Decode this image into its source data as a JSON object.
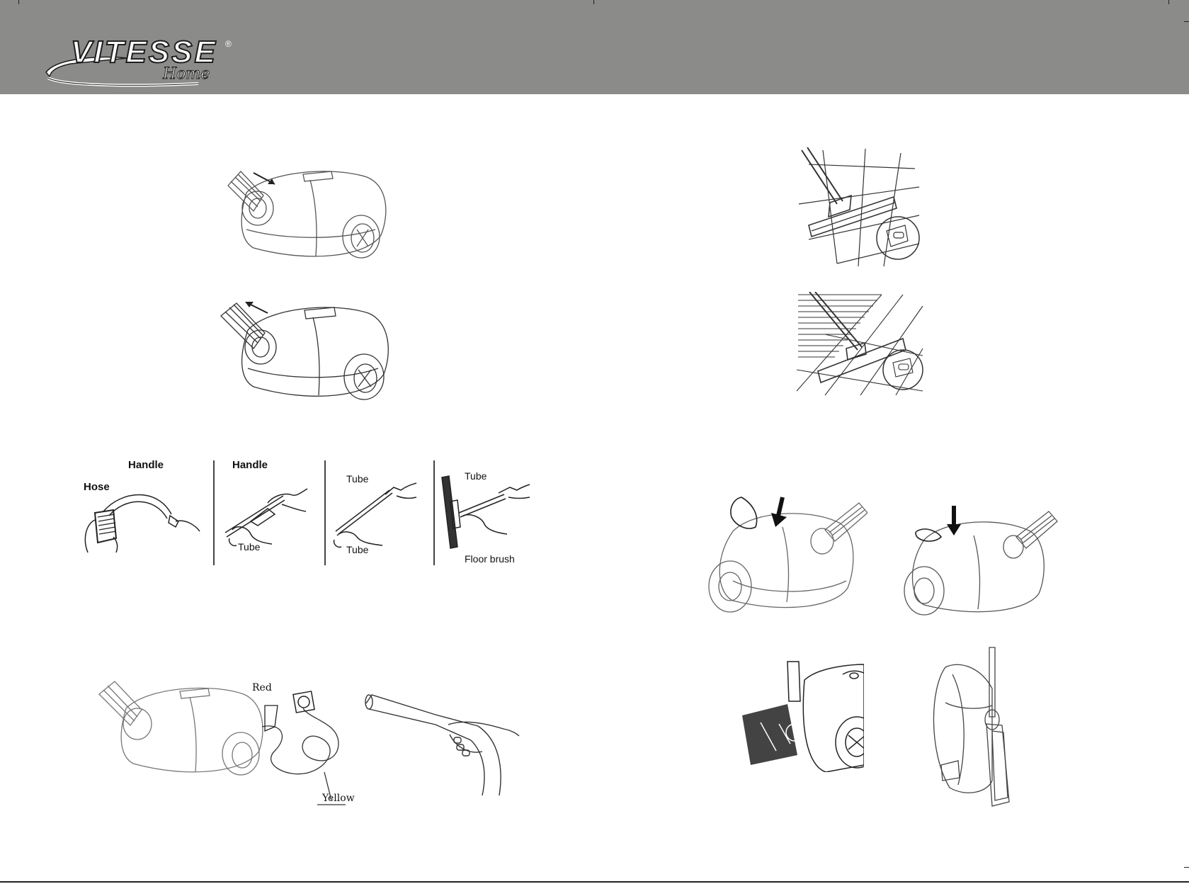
{
  "brand": {
    "name": "VITESSE",
    "registered": "®",
    "sub": "Home"
  },
  "assembly": {
    "labels": {
      "hose": "Hose",
      "handle_1": "Handle",
      "handle_2": "Handle",
      "tube_1": "Tube",
      "tube_2a": "Tube",
      "tube_2b": "Tube",
      "tube_3": "Tube",
      "floor_brush": "Floor brush"
    }
  },
  "cord": {
    "red": "Red",
    "yellow": "Yellow"
  },
  "icons": [
    "arrow-icon",
    "vacuum-cleaner-icon",
    "floor-brush-icon",
    "plug-socket-icon",
    "hand-icon"
  ]
}
